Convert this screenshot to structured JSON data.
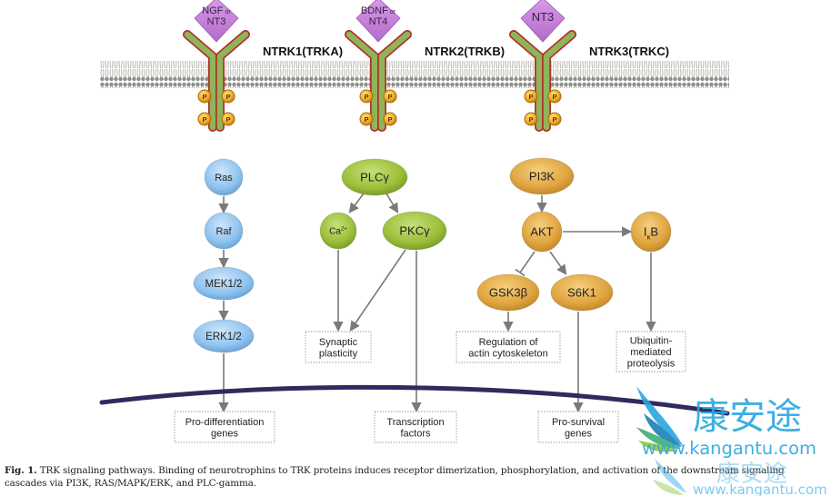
{
  "receptors": [
    {
      "name": "NTRK1(TRKA)",
      "ligand_line1": "NGF",
      "ligand_or": "or",
      "ligand_line2": "NT3",
      "phospho": "P"
    },
    {
      "name": "NTRK2(TRKB)",
      "ligand_line1": "BDNF",
      "ligand_or": "or",
      "ligand_line2": "NT4",
      "phospho": "P"
    },
    {
      "name": "NTRK3(TRKC)",
      "ligand_line1": "NT3",
      "ligand_or": "",
      "ligand_line2": "",
      "phospho": "P"
    }
  ],
  "pathways": {
    "ras": {
      "color": "#8fc3ee",
      "nodes": [
        "Ras",
        "Raf",
        "MEK1/2",
        "ERK1/2"
      ],
      "outcome": [
        "Pro-differentiation",
        "genes"
      ]
    },
    "plc": {
      "color": "#9cbf3a",
      "nodes": {
        "plc": "PLCγ",
        "ca": "Ca",
        "ca_sup": "2+",
        "pkc": "PKCγ"
      },
      "outcome_synaptic": [
        "Synaptic",
        "plasticity"
      ],
      "outcome_transcription": [
        "Transcription",
        "factors"
      ]
    },
    "pi3k": {
      "color": "#e0a53f",
      "nodes": {
        "pi3k": "PI3K",
        "akt": "AKT",
        "ikb": "I",
        "ikb_sub": "κ",
        "ikb_tail": "B",
        "gsk": "GSK3β",
        "s6k": "S6K1"
      },
      "outcome_actin": [
        "Regulation of",
        "actin cytoskeleton"
      ],
      "outcome_ubiquitin": [
        "Ubiquitin-",
        "mediated",
        "proteolysis"
      ],
      "outcome_survival": [
        "Pro-survival",
        "genes"
      ]
    }
  },
  "colors": {
    "membrane": "#9a9a93",
    "nucleus_envelope": "#2e2c5e",
    "ligand": "#c07ad6",
    "receptor_fill": "#8fb45a",
    "receptor_outline": "#b0332a",
    "phospho_fill": "#e8a22c",
    "arrow": "#7a7a7a"
  },
  "caption": {
    "label": "Fig. 1.",
    "text": " TRK signaling pathways. Binding of neurotrophins to TRK proteins induces receptor dimerization, phosphorylation, and activation of the downstream signaling cascades via PI3K, RAS/MAPK/ERK, and PLC-gamma."
  },
  "watermark": {
    "chinese": "康安途",
    "url": "www.kangantu.com"
  }
}
